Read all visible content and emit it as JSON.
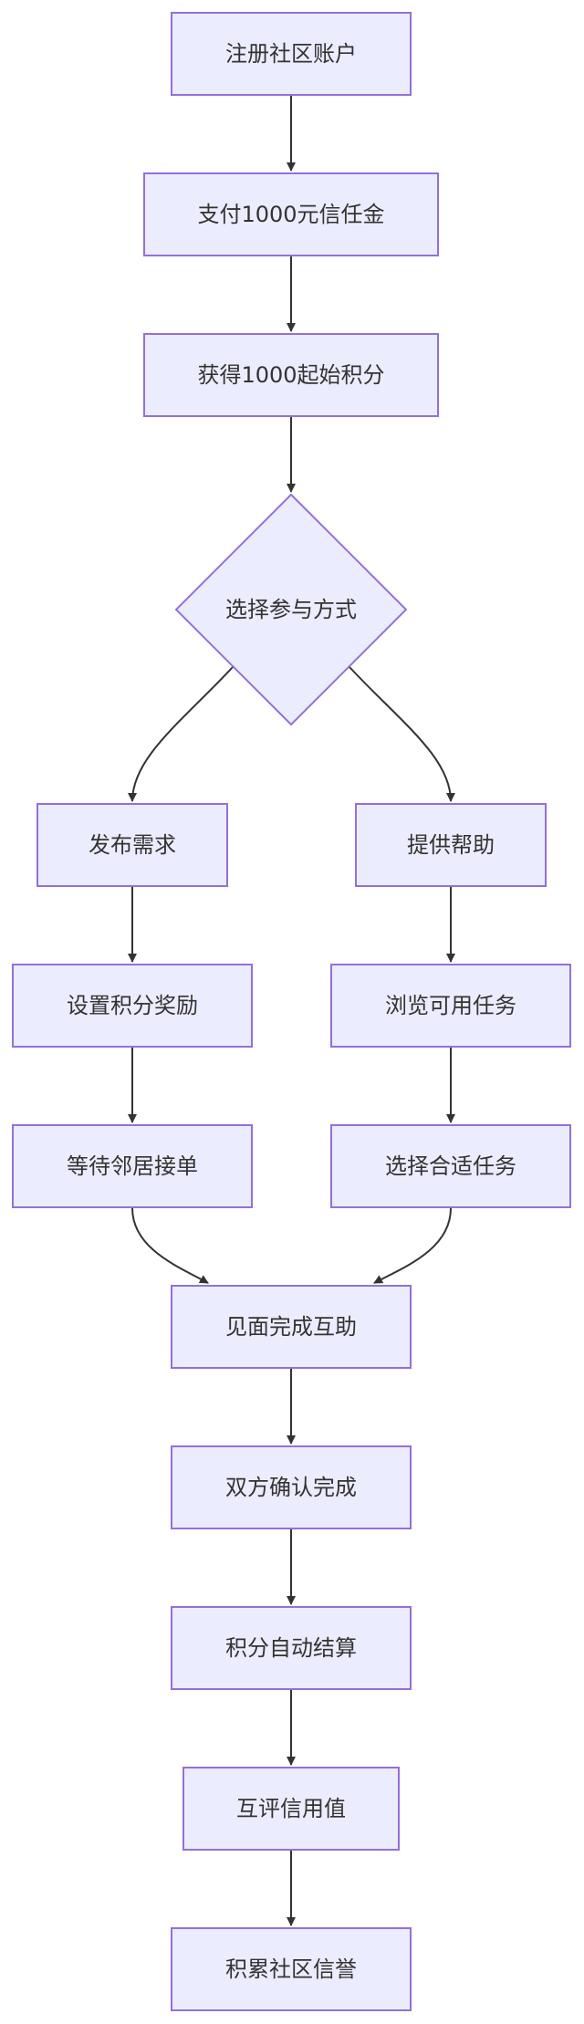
{
  "colors": {
    "node_fill": "#ececff",
    "node_stroke": "#9370db",
    "edge": "#333333",
    "text": "#333333"
  },
  "nodes": {
    "register": "注册社区账户",
    "pay_deposit": "支付1000元信任金",
    "get_points": "获得1000起始积分",
    "choose_mode": "选择参与方式",
    "post_request": "发布需求",
    "offer_help": "提供帮助",
    "set_reward": "设置积分奖励",
    "browse_tasks": "浏览可用任务",
    "wait_neighbor": "等待邻居接单",
    "choose_task": "选择合适任务",
    "meet_help": "见面完成互助",
    "confirm": "双方确认完成",
    "settle": "积分自动结算",
    "rate": "互评信用值",
    "reputation": "积累社区信誉"
  },
  "edges": [
    [
      "register",
      "pay_deposit"
    ],
    [
      "pay_deposit",
      "get_points"
    ],
    [
      "get_points",
      "choose_mode"
    ],
    [
      "choose_mode",
      "post_request"
    ],
    [
      "choose_mode",
      "offer_help"
    ],
    [
      "post_request",
      "set_reward"
    ],
    [
      "set_reward",
      "wait_neighbor"
    ],
    [
      "wait_neighbor",
      "meet_help"
    ],
    [
      "offer_help",
      "browse_tasks"
    ],
    [
      "browse_tasks",
      "choose_task"
    ],
    [
      "choose_task",
      "meet_help"
    ],
    [
      "meet_help",
      "confirm"
    ],
    [
      "confirm",
      "settle"
    ],
    [
      "settle",
      "rate"
    ],
    [
      "rate",
      "reputation"
    ]
  ]
}
